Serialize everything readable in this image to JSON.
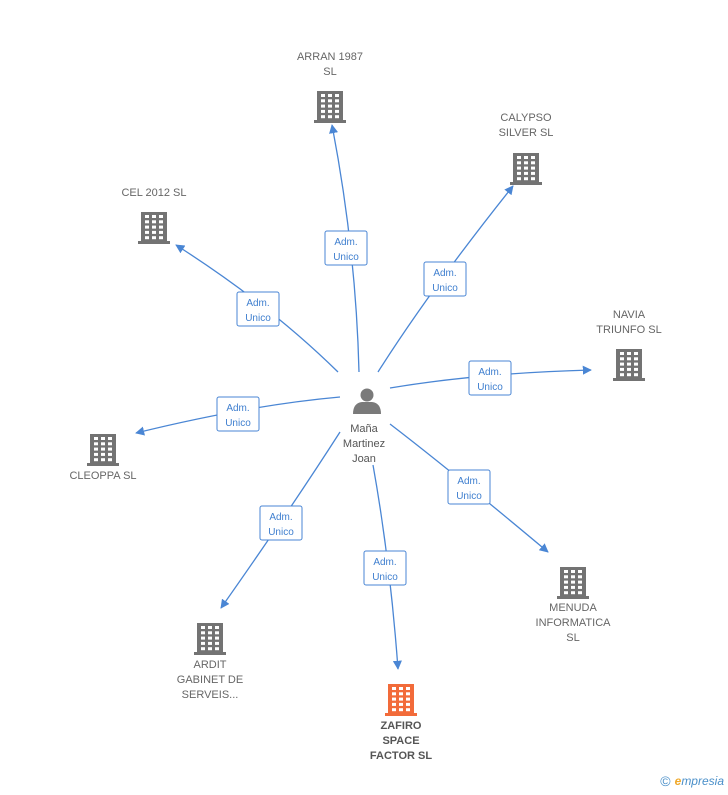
{
  "center": {
    "name_lines": [
      "Maña",
      "Martinez",
      "Joan"
    ]
  },
  "edge_label_lines": [
    "Adm.",
    "Unico"
  ],
  "companies": [
    {
      "id": "arran",
      "lines": [
        "ARRAN 1987",
        "SL"
      ],
      "highlight": false
    },
    {
      "id": "calypso",
      "lines": [
        "CALYPSO",
        "SILVER  SL"
      ],
      "highlight": false
    },
    {
      "id": "cel",
      "lines": [
        "CEL 2012 SL"
      ],
      "highlight": false
    },
    {
      "id": "navia",
      "lines": [
        "NAVIA",
        "TRIUNFO  SL"
      ],
      "highlight": false
    },
    {
      "id": "cleoppa",
      "lines": [
        "CLEOPPA SL"
      ],
      "highlight": false
    },
    {
      "id": "menuda",
      "lines": [
        "MENUDA",
        "INFORMATICA",
        "SL"
      ],
      "highlight": false
    },
    {
      "id": "ardit",
      "lines": [
        "ARDIT",
        "GABINET DE",
        "SERVEIS..."
      ],
      "highlight": false
    },
    {
      "id": "zafiro",
      "lines": [
        "ZAFIRO",
        "SPACE",
        "FACTOR  SL"
      ],
      "highlight": true
    }
  ],
  "colors": {
    "edge": "#4a86d4",
    "building": "#737373",
    "building_highlight": "#f26b3a",
    "person": "#7a7a7a"
  },
  "footer": {
    "copyright_symbol": "©",
    "brand_initial": "e",
    "brand_rest": "mpresia"
  }
}
